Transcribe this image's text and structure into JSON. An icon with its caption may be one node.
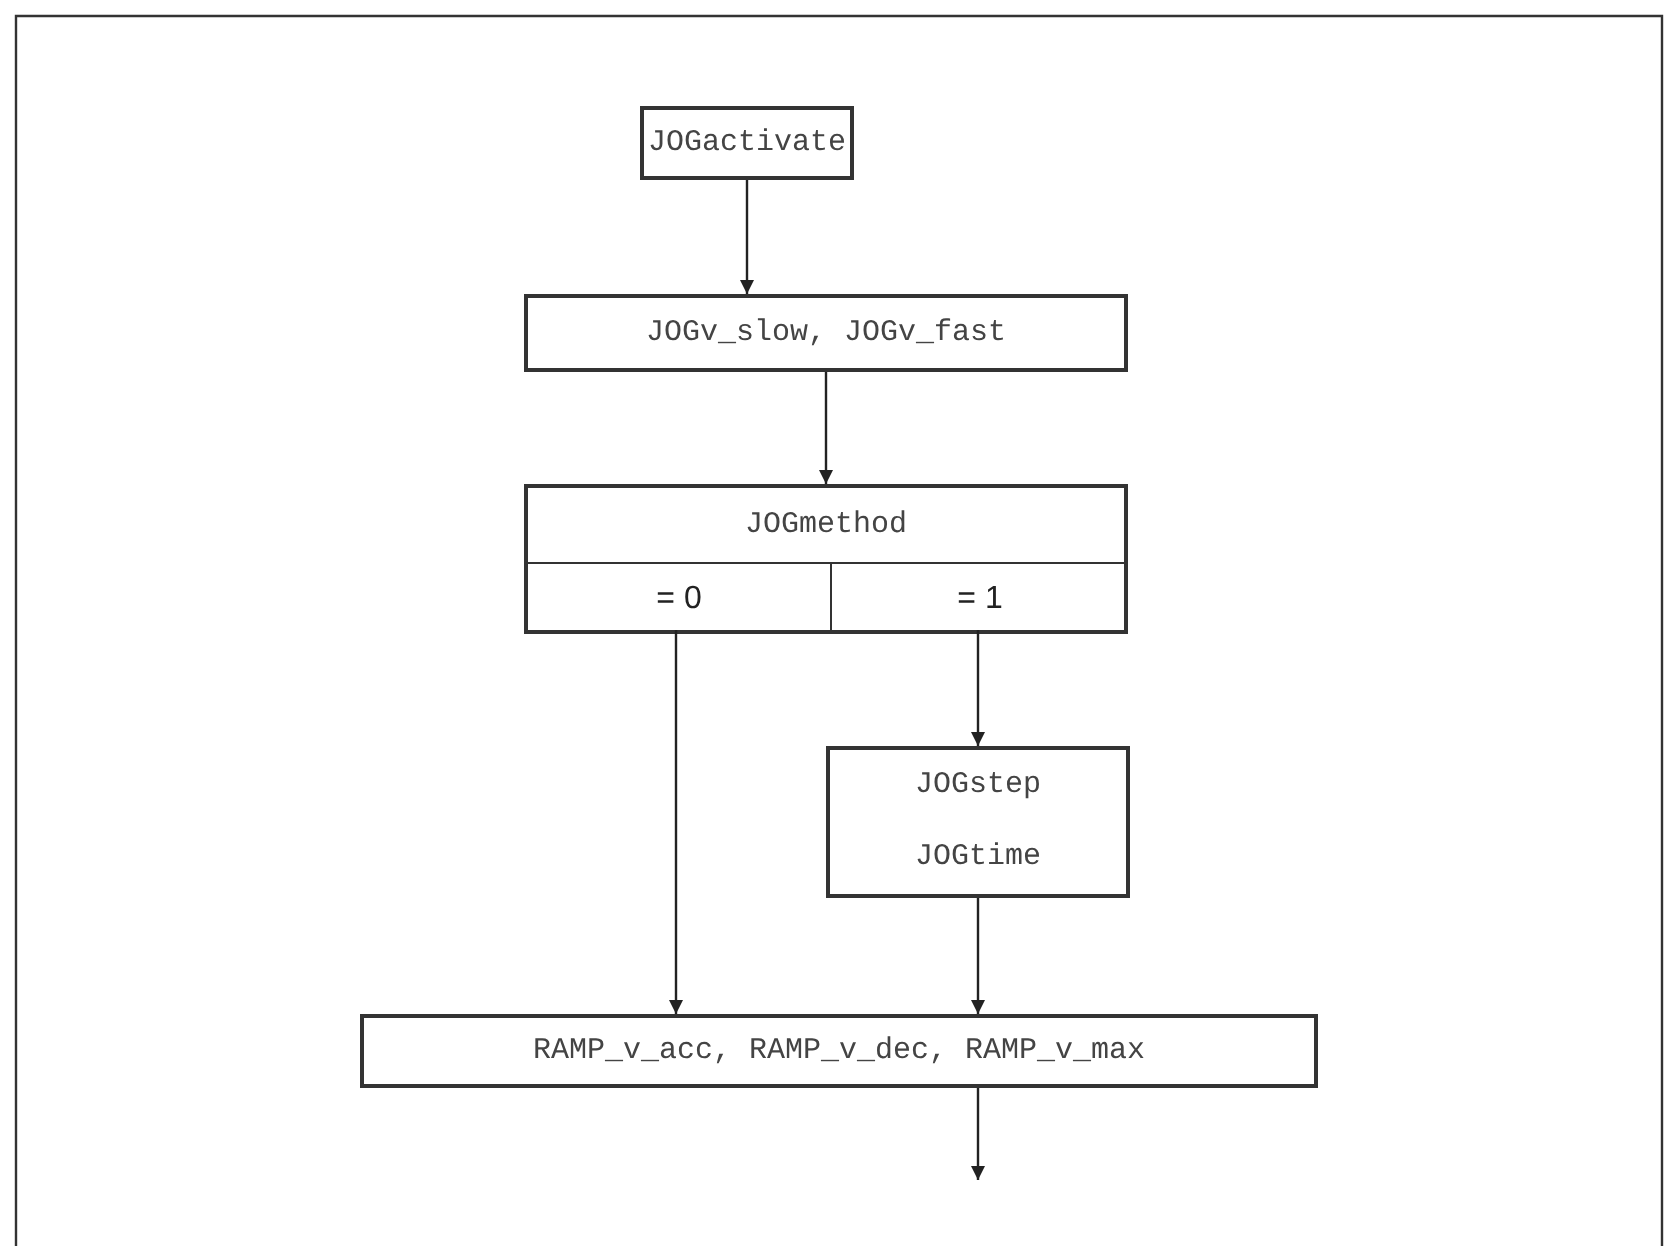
{
  "diagram": {
    "nodes": [
      {
        "text": [
          "JOGactivate"
        ]
      },
      {
        "text": [
          "JOGv_slow, JOGv_fast"
        ]
      },
      {
        "text": [
          "JOGmethod"
        ]
      },
      {
        "text": [
          "= 0"
        ],
        "in": 2
      },
      {
        "text": [
          "= 1"
        ],
        "in": 2
      },
      {
        "text": [
          "JOGstep",
          "JOGtime"
        ]
      },
      {
        "text": [
          "RAMP_v_acc, RAMP_v_dec, RAMP_v_max"
        ]
      }
    ],
    "edges": [
      {
        "from": 0,
        "to": 1,
        "arrow": "to"
      },
      {
        "from": 1,
        "to": 2,
        "arrow": "to"
      },
      {
        "from": 3,
        "to": 6,
        "arrow": "to"
      },
      {
        "from": 4,
        "to": 5,
        "arrow": "to"
      },
      {
        "from": 5,
        "to": 6,
        "arrow": "to"
      },
      {
        "from": 6,
        "to": null,
        "arrow": "to"
      }
    ]
  }
}
